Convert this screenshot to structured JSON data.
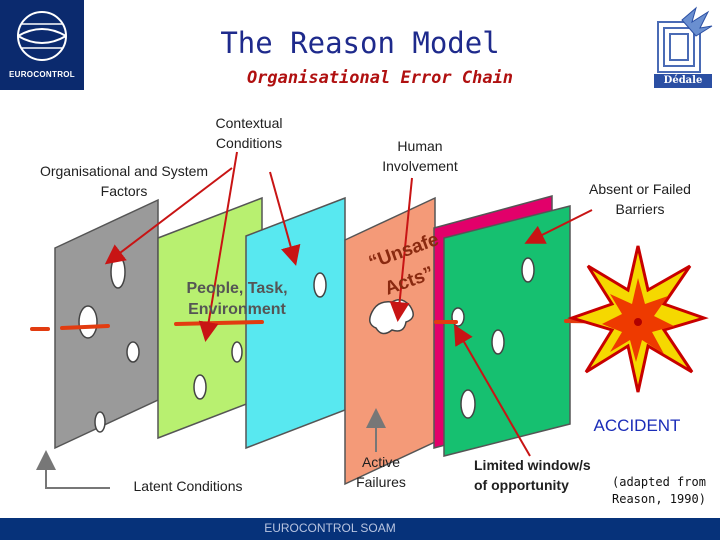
{
  "header": {
    "title": "The Reason Model",
    "subtitle": "Organisational Error Chain",
    "left_logo": "EUROCONTROL",
    "right_logo": "Dédale"
  },
  "labels": {
    "contextual_conditions": [
      "Contextual",
      "Conditions"
    ],
    "org_system_factors": [
      "Organisational and System",
      "Factors"
    ],
    "human_involvement": [
      "Human",
      "Involvement"
    ],
    "absent_barriers": [
      "Absent or Failed",
      "Barriers"
    ],
    "people_task": [
      "People, Task,",
      "Environment"
    ],
    "unsafe_acts": [
      "“Unsafe",
      "Acts”"
    ],
    "accident": "ACCIDENT",
    "latent_conditions": "Latent Conditions",
    "active_failures": [
      "Active",
      "Failures"
    ],
    "limited_window": [
      "Limited window/s",
      "of opportunity"
    ],
    "adapted_from": [
      "(adapted from",
      "Reason, 1990)"
    ]
  },
  "footer": {
    "text": "EUROCONTROL SOAM"
  },
  "colors": {
    "title": "#1e2a8c",
    "subtitle": "#b01010",
    "arrow": "#c81414",
    "trajectory": "#e23c10",
    "plane1": "#9a9a9a",
    "plane2": "#b8f070",
    "plane3": "#58e8f0",
    "plane4": "#f49a78",
    "plane5": "#e2006a",
    "plane6": "#16c070",
    "footer": "#06327a"
  }
}
